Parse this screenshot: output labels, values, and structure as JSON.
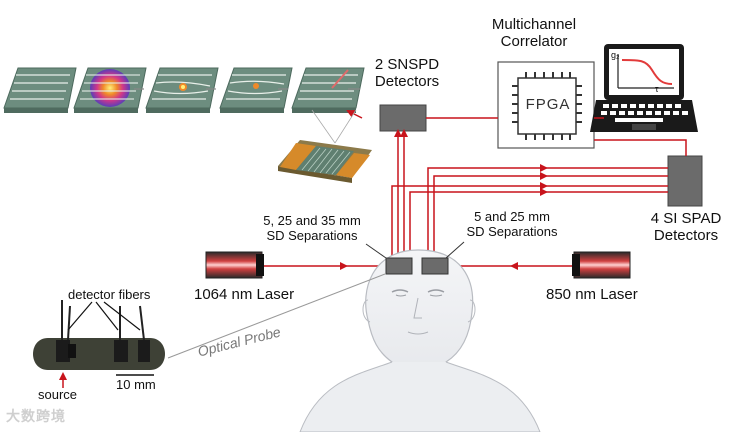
{
  "labels": {
    "snspd": "2 SNSPD\nDetectors",
    "correlator": "Multichannel\nCorrelator",
    "fpga": "FPGA",
    "spad": "4 SI SPAD\nDetectors",
    "left_sep": "5, 25 and 35 mm\nSD Separations",
    "right_sep": "5 and 25 mm\nSD Separations",
    "laser_1064": "1064 nm Laser",
    "laser_850": "850 nm Laser",
    "detector_fibers": "detector fibers",
    "optical_probe": "Optical Probe",
    "source": "source",
    "scale_bar": "10 mm",
    "plot_y": "g₂",
    "plot_x": "τ",
    "watermark": "大数跨境"
  },
  "colors": {
    "laser_beam": "#c8141c",
    "chip": "#6d8d7f",
    "probe_body": "#3e4136",
    "detector_box": "#6b6b6b",
    "plot_curve": "#e23b3b"
  }
}
